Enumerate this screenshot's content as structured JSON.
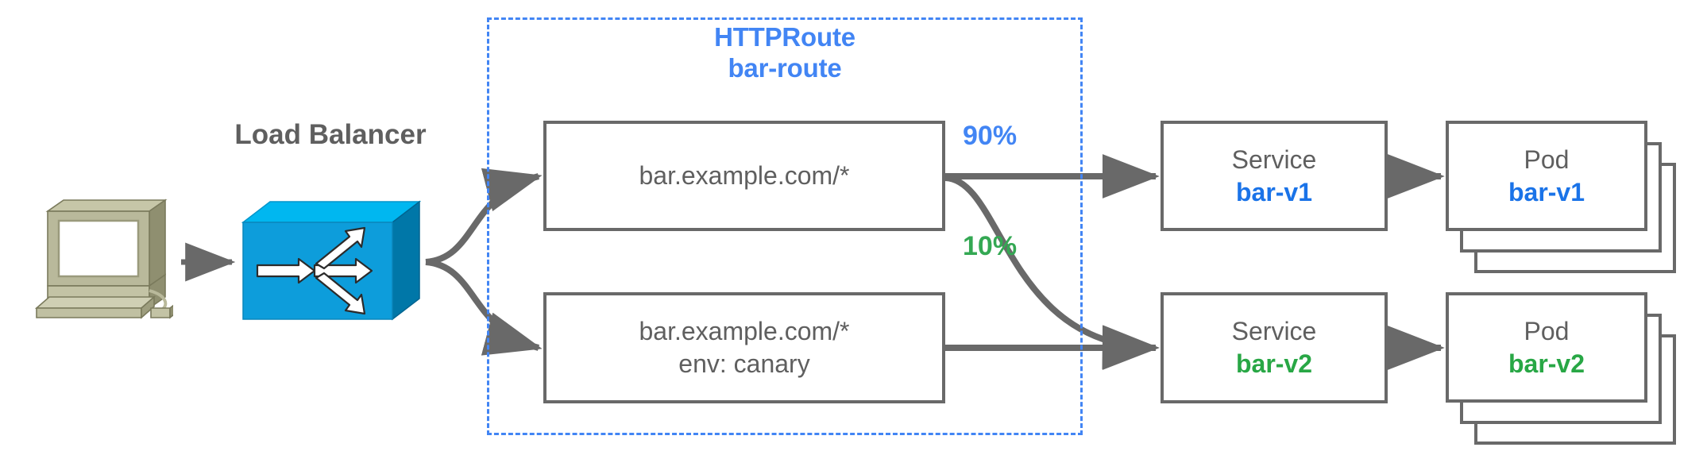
{
  "diagram": {
    "title": "HTTPRoute traffic splitting canary diagram",
    "colors": {
      "accent_blue": "#4285f4",
      "accent_green": "#34a853",
      "box_stroke": "#696969",
      "text_gray": "#5f5f5f",
      "lb_blue": "#00a0e0",
      "client_khaki": "#a9a98a"
    }
  },
  "client": {
    "icon": "desktop-computer-icon"
  },
  "load_balancer": {
    "label": "Load Balancer",
    "icon": "load-balancer-switch-icon"
  },
  "http_route": {
    "kind_label": "HTTPRoute",
    "name_label": "bar-route",
    "rules": [
      {
        "id": "rule-primary",
        "line1": "bar.example.com/*",
        "line2": ""
      },
      {
        "id": "rule-canary",
        "line1": "bar.example.com/*",
        "line2": "env: canary"
      }
    ]
  },
  "weights": [
    {
      "id": "weight-90",
      "label": "90%",
      "color": "#4285f4"
    },
    {
      "id": "weight-10",
      "label": "10%",
      "color": "#34a853"
    }
  ],
  "backends": [
    {
      "id": "backend-v1",
      "service": {
        "kind": "Service",
        "name": "bar-v1",
        "color": "#1a73e8"
      },
      "pod": {
        "kind": "Pod",
        "name": "bar-v1",
        "color": "#1a73e8",
        "replicas": 3
      }
    },
    {
      "id": "backend-v2",
      "service": {
        "kind": "Service",
        "name": "bar-v2",
        "color": "#28a745"
      },
      "pod": {
        "kind": "Pod",
        "name": "bar-v2",
        "color": "#28a745",
        "replicas": 3
      }
    }
  ],
  "edges": [
    {
      "id": "client-to-lb",
      "style": "straight-arrow"
    },
    {
      "id": "lb-to-rule-primary",
      "style": "curved-arrow"
    },
    {
      "id": "lb-to-rule-canary",
      "style": "curved-arrow"
    },
    {
      "id": "rule-primary-to-service-v1",
      "style": "straight-arrow",
      "weight": "90%"
    },
    {
      "id": "rule-primary-to-service-v2",
      "style": "curved-arrow",
      "weight": "10%"
    },
    {
      "id": "rule-canary-to-service-v2",
      "style": "straight-arrow"
    },
    {
      "id": "service-v1-to-pod-v1",
      "style": "straight-arrow"
    },
    {
      "id": "service-v2-to-pod-v2",
      "style": "straight-arrow"
    }
  ]
}
